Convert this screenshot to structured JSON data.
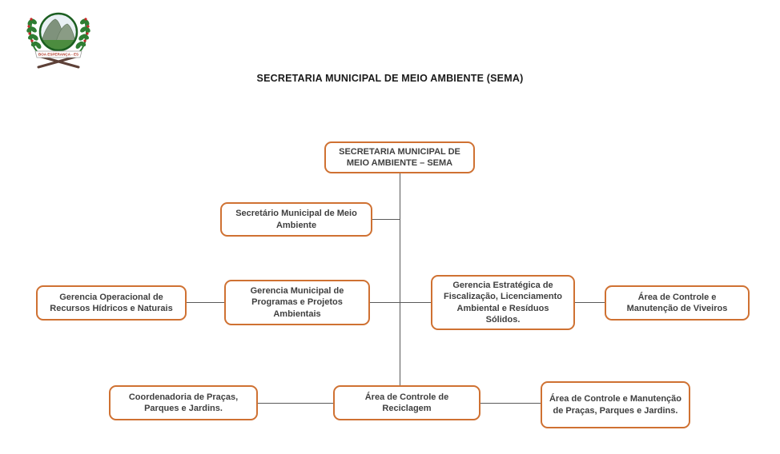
{
  "page_title": "SECRETARIA MUNICIPAL DE MEIO AMBIENTE (SEMA)",
  "logo": {
    "name": "boa-esperanca-coat-of-arms",
    "banner_text": "BOA ESPERANÇA - ES"
  },
  "colors": {
    "box_border": "#cf7132",
    "box_text": "#3f3f3f",
    "connector": "#5a5a5a",
    "title_text": "#1a1a1a"
  },
  "chart": {
    "type": "org-chart",
    "nodes": [
      {
        "id": "secretaria-sema",
        "label": "SECRETARIA MUNICIPAL DE MEIO AMBIENTE – SEMA"
      },
      {
        "id": "secretario-municipal",
        "label": "Secretário Municipal de Meio Ambiente"
      },
      {
        "id": "gerencia-operacional",
        "label": "Gerencia Operacional de Recursos Hídricos e Naturais"
      },
      {
        "id": "gerencia-municipal",
        "label": "Gerencia Municipal de Programas e Projetos Ambientais"
      },
      {
        "id": "gerencia-estrategica",
        "label": "Gerencia Estratégica de Fiscalização, Licenciamento Ambiental e Resíduos Sólidos."
      },
      {
        "id": "area-viveiros",
        "label": "Área de Controle e Manutenção de Viveiros"
      },
      {
        "id": "coordenadoria-pracas",
        "label": "Coordenadoria de Praças, Parques e Jardins."
      },
      {
        "id": "area-reciclagem",
        "label": "Área de Controle de Reciclagem"
      },
      {
        "id": "area-manutencao-pracas",
        "label": "Área de Controle e Manutenção de Praças, Parques e Jardins."
      }
    ],
    "edges": [
      {
        "from": "secretaria-sema",
        "to": "secretario-municipal"
      },
      {
        "from": "secretaria-sema",
        "to": "gerencia-municipal"
      },
      {
        "from": "secretaria-sema",
        "to": "gerencia-estrategica"
      },
      {
        "from": "secretaria-sema",
        "to": "area-reciclagem"
      },
      {
        "from": "gerencia-operacional",
        "to": "gerencia-municipal"
      },
      {
        "from": "gerencia-estrategica",
        "to": "area-viveiros"
      },
      {
        "from": "coordenadoria-pracas",
        "to": "area-reciclagem"
      },
      {
        "from": "area-reciclagem",
        "to": "area-manutencao-pracas"
      }
    ]
  }
}
